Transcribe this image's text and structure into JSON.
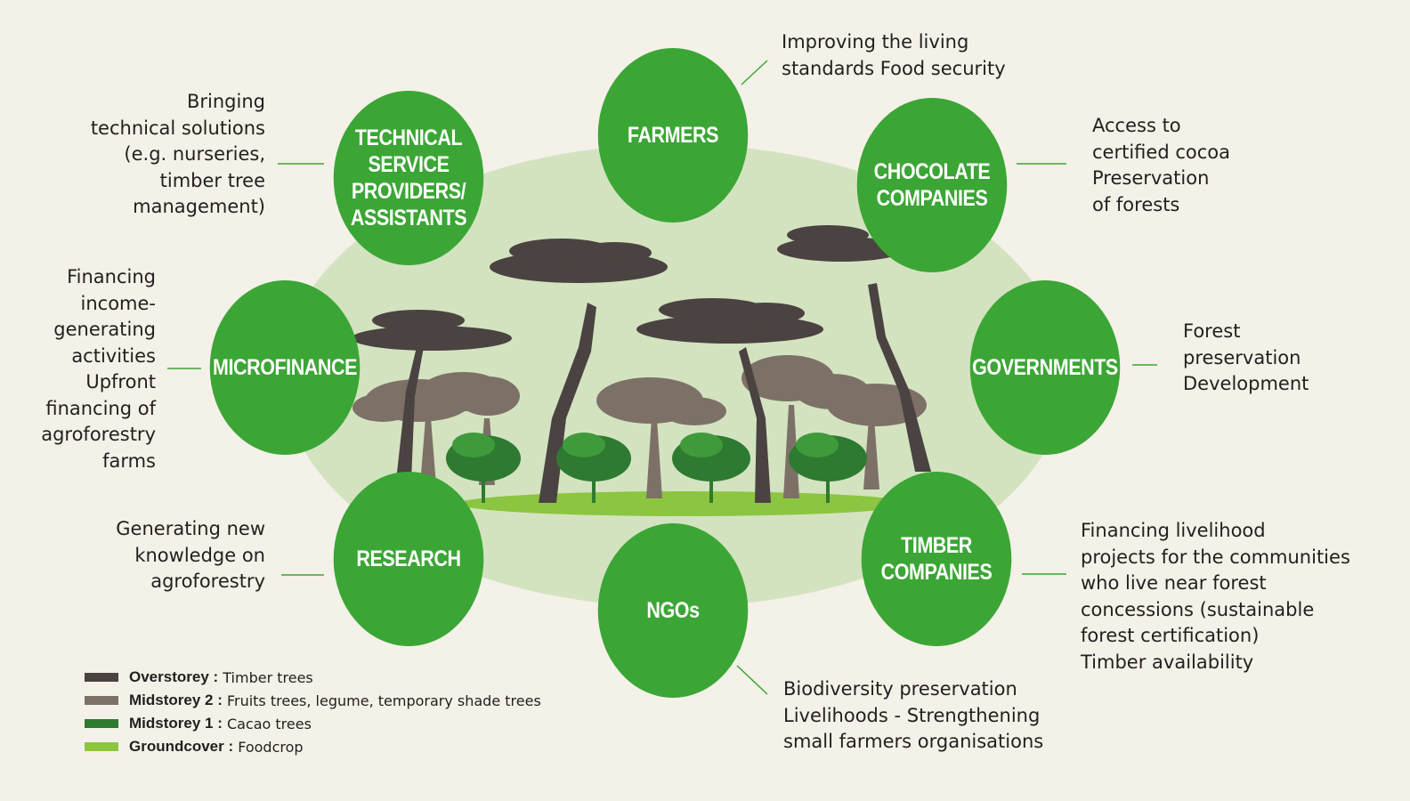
{
  "colors": {
    "circle_green": "#3ba635",
    "ellipse_bg": "#d3e3c0",
    "overstorey": "#4a4341",
    "midstorey2": "#7d7167",
    "midstorey1": "#2e7a30",
    "groundcover": "#8cc53f"
  },
  "stakeholders": [
    {
      "name": "TECHNICAL\nSERVICE\nPROVIDERS/\nASSISTANTS",
      "description": "Bringing\ntechnical solutions\n(e.g. nurseries,\ntimber tree\nmanagement)"
    },
    {
      "name": "FARMERS",
      "description": "Improving the living\nstandards Food security"
    },
    {
      "name": "CHOCOLATE\nCOMPANIES",
      "description": "Access to\ncertified cocoa\nPreservation\nof forests"
    },
    {
      "name": "MICROFINANCE",
      "description": "Financing\nincome-\ngenerating\nactivities\nUpfront\nfinancing of\nagroforestry\nfarms"
    },
    {
      "name": "GOVERNMENTS",
      "description": "Forest\npreservation\nDevelopment"
    },
    {
      "name": "RESEARCH",
      "description": "Generating new\nknowledge on\nagroforestry"
    },
    {
      "name": "NGOs",
      "description": "Biodiversity preservation\nLivelihoods - Strengthening\nsmall farmers organisations"
    },
    {
      "name": "TIMBER\nCOMPANIES",
      "description": "Financing livelihood\nprojects for the communities\nwho live near forest\nconcessions (sustainable\nforest certification)\nTimber availability"
    }
  ],
  "legend": [
    {
      "label": "Overstorey :",
      "desc": "Timber trees",
      "color": "#4a4341"
    },
    {
      "label": "Midstorey 2 :",
      "desc": "Fruits trees, legume, temporary shade trees",
      "color": "#7d7167"
    },
    {
      "label": "Midstorey 1 :",
      "desc": "Cacao trees",
      "color": "#2e7a30"
    },
    {
      "label": "Groundcover :",
      "desc": "Foodcrop",
      "color": "#8cc53f"
    }
  ]
}
